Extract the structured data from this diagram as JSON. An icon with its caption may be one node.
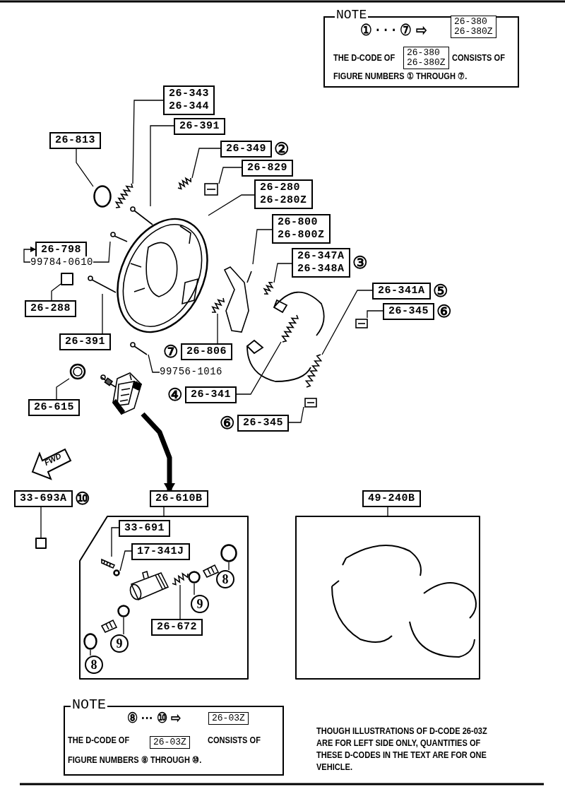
{
  "diagram": {
    "nodes": [
      {
        "text": [
          "NOTE",
          "① · · · ⑦ ⇨",
          "THE D-CODE OF",
          "CONSISTS OF",
          "FIGURE NUMBERS ① THROUGH ⑦."
        ]
      },
      {
        "text": [
          "26-380",
          "26-380Z"
        ],
        "in": 0
      },
      {
        "text": [
          "26-380",
          "26-380Z"
        ],
        "in": 0
      },
      {
        "text": [
          "26-343",
          "26-344"
        ]
      },
      {
        "text": [
          "26-391"
        ]
      },
      {
        "text": [
          "26-813"
        ]
      },
      {
        "text": [
          "26-349"
        ],
        "beside": [
          "②"
        ]
      },
      {
        "text": [
          "26-829"
        ]
      },
      {
        "text": [
          "26-280",
          "26-280Z"
        ]
      },
      {
        "text": [
          "26-798"
        ]
      },
      {
        "text": [
          "99784-0610"
        ]
      },
      {
        "text": [
          "26-288"
        ]
      },
      {
        "text": [
          "26-800",
          "26-800Z"
        ]
      },
      {
        "text": [
          "26-347A",
          "26-348A"
        ],
        "beside": [
          "③"
        ]
      },
      {
        "text": [
          "26-391"
        ]
      },
      {
        "text": [
          "26-806"
        ],
        "beside": [
          "⑦"
        ]
      },
      {
        "text": [
          "99756-1016"
        ]
      },
      {
        "text": [
          "26-341A"
        ],
        "beside": [
          "⑤"
        ]
      },
      {
        "text": [
          "26-345"
        ],
        "beside": [
          "⑥"
        ]
      },
      {
        "text": [
          "26-341"
        ],
        "beside": [
          "④"
        ]
      },
      {
        "text": [
          "26-345"
        ],
        "beside": [
          "⑥"
        ]
      },
      {
        "text": [
          "26-615"
        ]
      },
      {
        "text": [],
        "shape": "picture"
      },
      {
        "text": [
          "26-610B"
        ]
      },
      {
        "text": [],
        "shape": "box"
      },
      {
        "text": [
          "33-693A"
        ],
        "beside": [
          "⑩"
        ]
      },
      {
        "text": [
          "33-691"
        ],
        "in": 24
      },
      {
        "text": [
          "17-341J"
        ],
        "in": 24
      },
      {
        "text": [
          "8"
        ],
        "in": 24
      },
      {
        "text": [
          "9"
        ],
        "in": 24
      },
      {
        "text": [
          "26-672"
        ],
        "in": 24
      },
      {
        "text": [
          "9"
        ],
        "in": 24
      },
      {
        "text": [
          "8"
        ],
        "in": 24
      },
      {
        "text": [
          "49-240B"
        ]
      },
      {
        "text": [],
        "shape": "box"
      },
      {
        "text": [
          "NOTE",
          "⑧ ··· ⑩ ⇨",
          "THE D-CODE OF",
          "CONSISTS OF",
          "FIGURE NUMBERS ⑧ THROUGH ⑩."
        ]
      },
      {
        "text": [
          "26-03Z"
        ],
        "in": 35
      },
      {
        "text": [
          "26-03Z"
        ],
        "in": 35
      },
      {
        "text": [],
        "shape": "picture"
      },
      {
        "text": [],
        "shape": "picture"
      },
      {
        "text": [],
        "shape": "circle"
      },
      {
        "text": [],
        "shape": "picture"
      },
      {
        "text": [],
        "shape": "picture"
      },
      {
        "text": [],
        "shape": "picture"
      },
      {
        "text": [],
        "shape": "box"
      },
      {
        "text": [],
        "shape": "picture"
      },
      {
        "text": [],
        "shape": "picture"
      },
      {
        "text": [],
        "shape": "picture"
      },
      {
        "text": [],
        "shape": "picture"
      },
      {
        "text": [],
        "shape": "picture"
      },
      {
        "text": [],
        "shape": "picture"
      },
      {
        "text": [],
        "shape": "picture"
      },
      {
        "text": [],
        "shape": "picture"
      },
      {
        "text": [],
        "shape": "picture"
      },
      {
        "text": [],
        "shape": "picture"
      },
      {
        "text": [],
        "shape": "box"
      },
      {
        "text": [],
        "shape": "picture",
        "in": 24
      },
      {
        "text": [],
        "shape": "circle",
        "in": 24
      },
      {
        "text": [],
        "shape": "circle",
        "in": 24
      },
      {
        "text": [],
        "shape": "circle",
        "in": 24
      },
      {
        "text": [],
        "shape": "picture",
        "in": 24
      },
      {
        "text": [],
        "shape": "circle",
        "in": 24
      },
      {
        "text": [],
        "shape": "circle",
        "in": 24
      },
      {
        "text": [],
        "shape": "picture"
      },
      {
        "text": [],
        "shape": "picture",
        "in": 24
      },
      {
        "text": [],
        "shape": "picture",
        "in": 24
      },
      {
        "text": [],
        "shape": "picture",
        "in": 24
      },
      {
        "text": [
          "FWD"
        ]
      }
    ],
    "edges": [
      {
        "from": 3,
        "to": 38,
        "arrow": "none"
      },
      {
        "from": 4,
        "to": 39,
        "arrow": "none"
      },
      {
        "from": 5,
        "to": 40,
        "arrow": "none"
      },
      {
        "from": 6,
        "to": 41,
        "arrow": "none"
      },
      {
        "from": 7,
        "to": 42,
        "arrow": "none"
      },
      {
        "from": 8,
        "to": 63,
        "arrow": "none"
      },
      {
        "from": 10,
        "to": 9,
        "arrow": "to"
      },
      {
        "from": 10,
        "to": 43,
        "arrow": "none"
      },
      {
        "from": 11,
        "to": 44,
        "arrow": "none"
      },
      {
        "from": 12,
        "to": 45,
        "arrow": "none"
      },
      {
        "from": 13,
        "to": 46,
        "arrow": "none"
      },
      {
        "from": 14,
        "to": 47,
        "arrow": "none"
      },
      {
        "from": 15,
        "to": 48,
        "arrow": "none"
      },
      {
        "from": 16,
        "to": 49,
        "arrow": "none"
      },
      {
        "from": 17,
        "to": 50,
        "arrow": "none"
      },
      {
        "from": 18,
        "to": 51,
        "arrow": "none"
      },
      {
        "from": 19,
        "to": 52,
        "arrow": "none"
      },
      {
        "from": 20,
        "to": 53,
        "arrow": "none"
      },
      {
        "from": 21,
        "to": 54,
        "arrow": "none"
      },
      {
        "from": 22,
        "to": 23,
        "arrow": "to",
        "style": "thick"
      },
      {
        "from": 23,
        "to": 24,
        "arrow": "none"
      },
      {
        "from": 25,
        "to": 55,
        "arrow": "none"
      },
      {
        "from": 26,
        "to": 56,
        "arrow": "none"
      },
      {
        "from": 27,
        "to": 57,
        "arrow": "none"
      },
      {
        "from": 28,
        "to": 58,
        "arrow": "none"
      },
      {
        "from": 29,
        "to": 59,
        "arrow": "none"
      },
      {
        "from": 30,
        "to": 60,
        "arrow": "none"
      },
      {
        "from": 31,
        "to": 61,
        "arrow": "none"
      },
      {
        "from": 32,
        "to": 62,
        "arrow": "none"
      },
      {
        "from": 33,
        "to": 34,
        "arrow": "none"
      }
    ],
    "labels": [
      "THOUGH ILLUSTRATIONS OF D-CODE 26-03Z ARE FOR LEFT SIDE ONLY, QUANTITIES OF THESE D-CODES IN THE TEXT ARE FOR ONE VEHICLE."
    ]
  }
}
